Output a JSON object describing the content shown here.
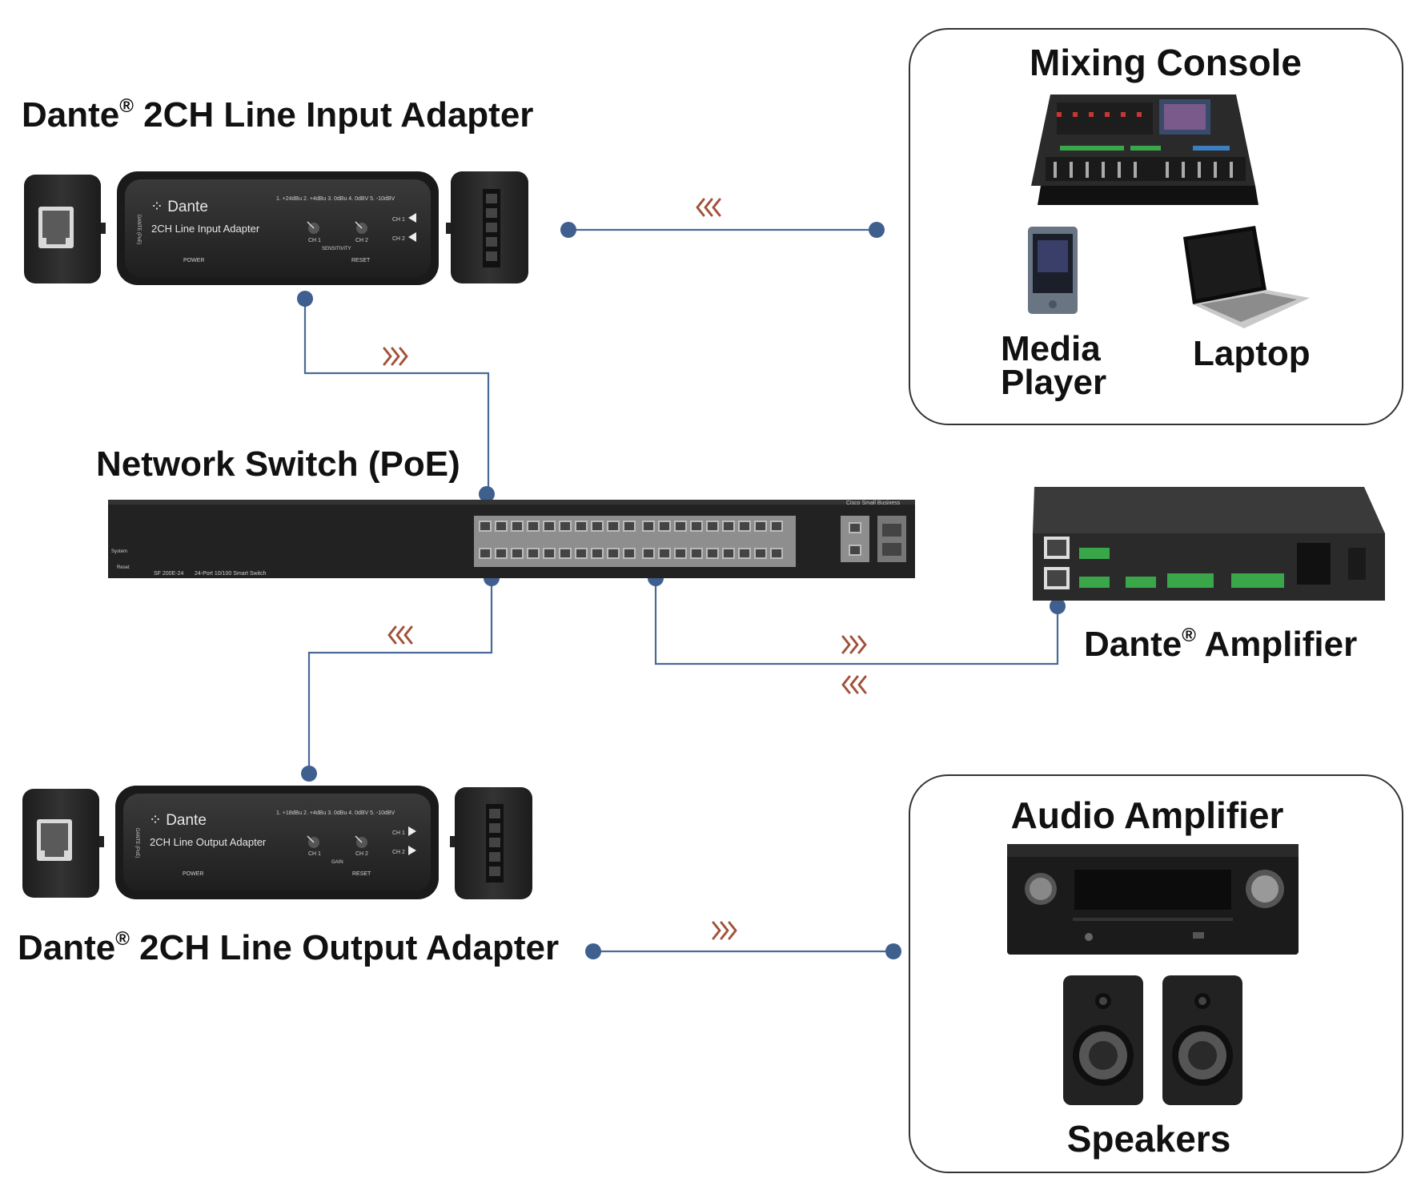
{
  "labels": {
    "input_adapter_title": "Dante",
    "input_adapter_title_rest": " 2CH Line Input Adapter",
    "output_adapter_title": "Dante",
    "output_adapter_title_rest": " 2CH Line Output Adapter",
    "switch_title": "Network Switch (PoE)",
    "amplifier_title": "Dante",
    "amplifier_title_rest": " Amplifier",
    "registered_mark": "®",
    "mixing_console": "Mixing Console",
    "media_player_line1": "Media",
    "media_player_line2": "Player",
    "laptop": "Laptop",
    "audio_amplifier": "Audio Amplifier",
    "speakers": "Speakers"
  },
  "input_device": {
    "brand": "Dante",
    "name": "2CH Line Input Adapter",
    "levels": "1. +24dBu  2. +4dBu  3. 0dBu  4. 0dBV  5. -10dBV",
    "ch1": "CH 1",
    "ch2": "CH 2",
    "knob_group": "SENSITIVITY",
    "power": "POWER",
    "reset": "RESET",
    "side": "DANTE (PoE)"
  },
  "output_device": {
    "brand": "Dante",
    "name": "2CH Line Output Adapter",
    "levels": "1. +18dBu  2. +4dBu  3. 0dBu  4. 0dBV  5. -10dBV",
    "ch1": "CH 1",
    "ch2": "CH 2",
    "knob_group": "GAIN",
    "power": "POWER",
    "reset": "RESET",
    "side": "DANTE (PoE)"
  },
  "switch_device": {
    "brand": "Cisco Small Business",
    "model": "SF 200E-24",
    "desc": "24-Port 10/100 Smart Switch",
    "system": "System",
    "reset": "Reset"
  },
  "colors": {
    "wire": "#4a6a95",
    "dot": "#3f5f8e",
    "flow_arrow": "#a0523a",
    "frame": "#333333",
    "device_body": "#2b2b2b"
  },
  "flow_icons": {
    "right": "triple-chevron-right-icon",
    "left": "triple-chevron-left-icon"
  }
}
